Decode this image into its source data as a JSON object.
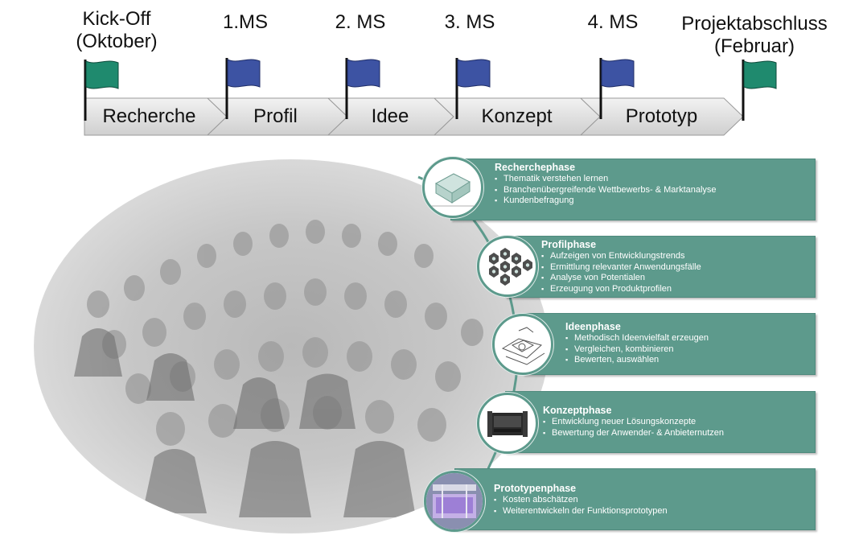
{
  "milestones": [
    {
      "line1": "Kick-Off",
      "line2": "(Oktober)",
      "flag_color": "#1f8a6e"
    },
    {
      "line1": "1.MS",
      "line2": "",
      "flag_color": "#3d53a3"
    },
    {
      "line1": "2. MS",
      "line2": "",
      "flag_color": "#3d53a3"
    },
    {
      "line1": "3. MS",
      "line2": "",
      "flag_color": "#3d53a3"
    },
    {
      "line1": "4. MS",
      "line2": "",
      "flag_color": "#3d53a3"
    },
    {
      "line1": "Projektabschluss",
      "line2": "(Februar)",
      "flag_color": "#1f8a6e"
    }
  ],
  "stages": [
    "Recherche",
    "Profil",
    "Idee",
    "Konzept",
    "Prototyp"
  ],
  "phases": [
    {
      "title": "Recherchephase",
      "items": [
        "Thematik verstehen lernen",
        "Branchenübergreifende Wettbewerbs-  & Marktanalyse",
        "Kundenbefragung"
      ]
    },
    {
      "title": "Profilphase",
      "items": [
        "Aufzeigen von Entwicklungstrends",
        "Ermittlung relevanter Anwendungsfälle",
        "Analyse von Potentialen",
        "Erzeugung von Produktprofilen"
      ]
    },
    {
      "title": "Ideenphase",
      "items": [
        "Methodisch Ideenvielfalt erzeugen",
        "Vergleichen, kombinieren",
        "Bewerten,  auswählen"
      ]
    },
    {
      "title": "Konzeptphase",
      "items": [
        "Entwicklung neuer Lösungskonzepte",
        "Bewertung der Anwender- & Anbieternutzen"
      ]
    },
    {
      "title": "Prototypenphase",
      "items": [
        "Kosten abschätzen",
        "Weiterentwickeln der Funktionsprototypen"
      ]
    }
  ],
  "colors": {
    "phase_box": "#5d9a8c",
    "chevron_fill": "#dcdcdc",
    "flag_green": "#1f8a6e",
    "flag_blue": "#3d53a3"
  }
}
